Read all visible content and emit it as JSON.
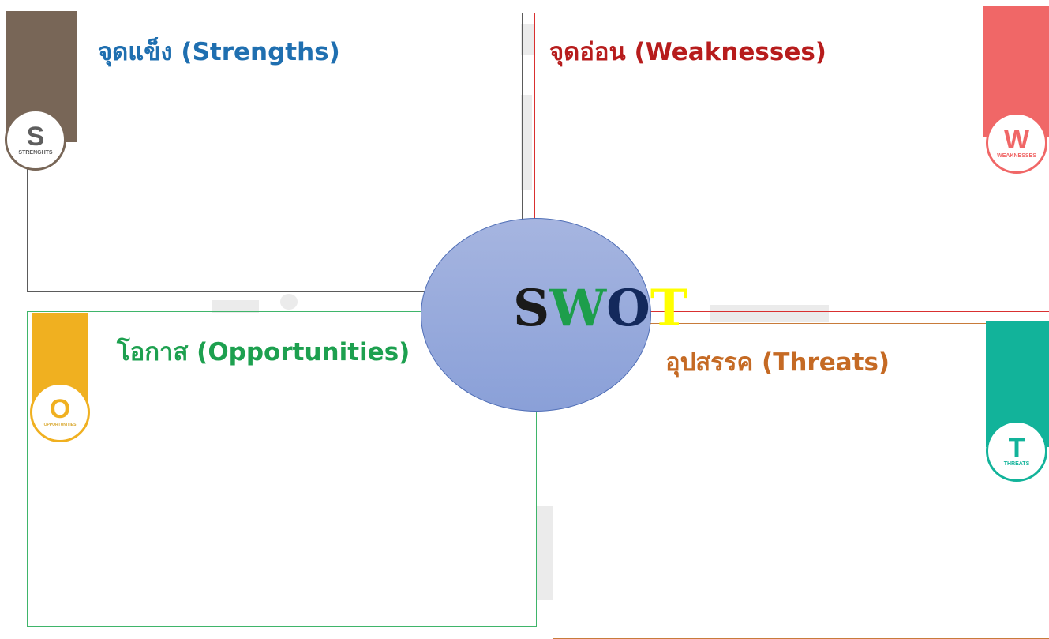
{
  "quadrants": {
    "strengths": {
      "title": "จุดแข็ง (Strengths)",
      "badge_letter": "S",
      "badge_word": "STRENGHTS",
      "color": "#1f6fb0",
      "tab_color": "#786657",
      "border_color": "#5b5b5b"
    },
    "weaknesses": {
      "title": "จุดอ่อน (Weaknesses)",
      "badge_letter": "W",
      "badge_word": "WEAKNESSES",
      "color": "#b71c1c",
      "tab_color": "#f06767",
      "border_color": "#d93030"
    },
    "opportunities": {
      "title": "โอกาส (Opportunities)",
      "badge_letter": "O",
      "badge_word": "OPPORTUNITIES",
      "color": "#1da04f",
      "tab_color": "#f0b020",
      "border_color": "#3fb56a"
    },
    "threats": {
      "title": "อุปสรรค (Threats)",
      "badge_letter": "T",
      "badge_word": "THREATS",
      "color": "#c56a24",
      "tab_color": "#12b39a",
      "border_color": "#c87b3a"
    }
  },
  "center": {
    "letters": [
      {
        "char": "S",
        "color": "#1a1a1a"
      },
      {
        "char": "W",
        "color": "#1d9e4b"
      },
      {
        "char": "O",
        "color": "#13295c"
      },
      {
        "char": "T",
        "color": "#ffff00"
      }
    ]
  }
}
